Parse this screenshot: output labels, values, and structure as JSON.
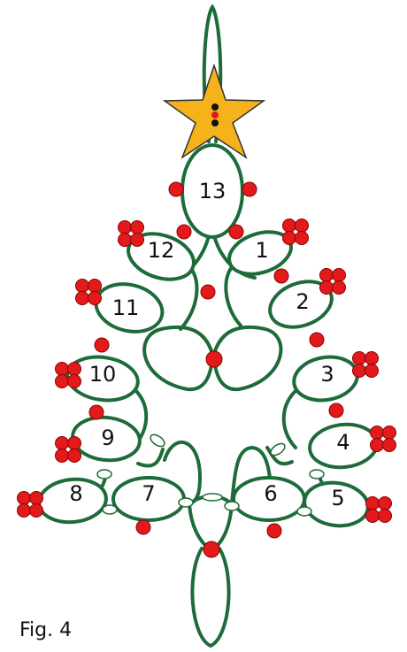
{
  "figure_label": "Fig. 4",
  "colors": {
    "thread": "#1e6b3a",
    "bead": "#e31a1c",
    "bead_outline": "#8b0000",
    "star": "#f5b21a",
    "star_outline": "#333333",
    "star_beads": "#111111",
    "picot": "#ffffff"
  },
  "rings": [
    {
      "id": "1",
      "label": "1"
    },
    {
      "id": "2",
      "label": "2"
    },
    {
      "id": "3",
      "label": "3"
    },
    {
      "id": "4",
      "label": "4"
    },
    {
      "id": "5",
      "label": "5"
    },
    {
      "id": "6",
      "label": "6"
    },
    {
      "id": "7",
      "label": "7"
    },
    {
      "id": "8",
      "label": "8"
    },
    {
      "id": "9",
      "label": "9"
    },
    {
      "id": "10",
      "label": "10"
    },
    {
      "id": "11",
      "label": "11"
    },
    {
      "id": "12",
      "label": "12"
    },
    {
      "id": "13",
      "label": "13"
    }
  ]
}
